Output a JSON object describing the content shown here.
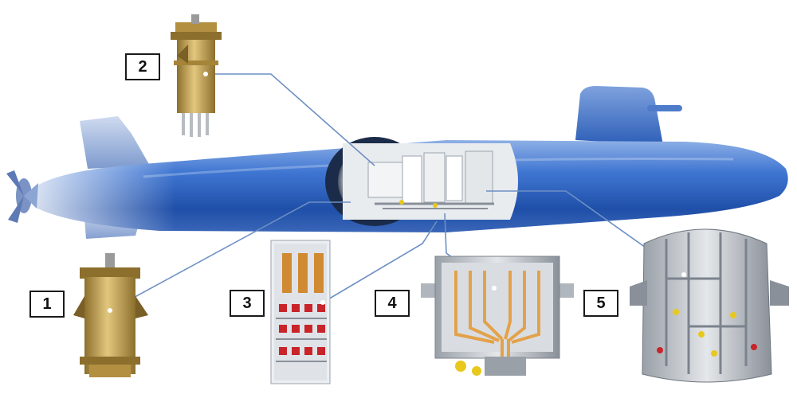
{
  "labels": [
    {
      "id": "1",
      "text": "1"
    },
    {
      "id": "2",
      "text": "2"
    },
    {
      "id": "3",
      "text": "3"
    },
    {
      "id": "4",
      "text": "4"
    },
    {
      "id": "5",
      "text": "5"
    }
  ],
  "colors": {
    "hull_dark": "#1f4fa8",
    "hull_mid": "#3f76d2",
    "hull_light": "#b8cdee",
    "brass": "#c9a85a",
    "brass_dark": "#8c6f2d",
    "leader": "#6d8fc4",
    "steel": "#cfd3d8",
    "steel_dark": "#8a9099",
    "pipe_orange": "#e3a24a",
    "red_valve": "#c8242a",
    "yellow_valve": "#e8c81c"
  }
}
